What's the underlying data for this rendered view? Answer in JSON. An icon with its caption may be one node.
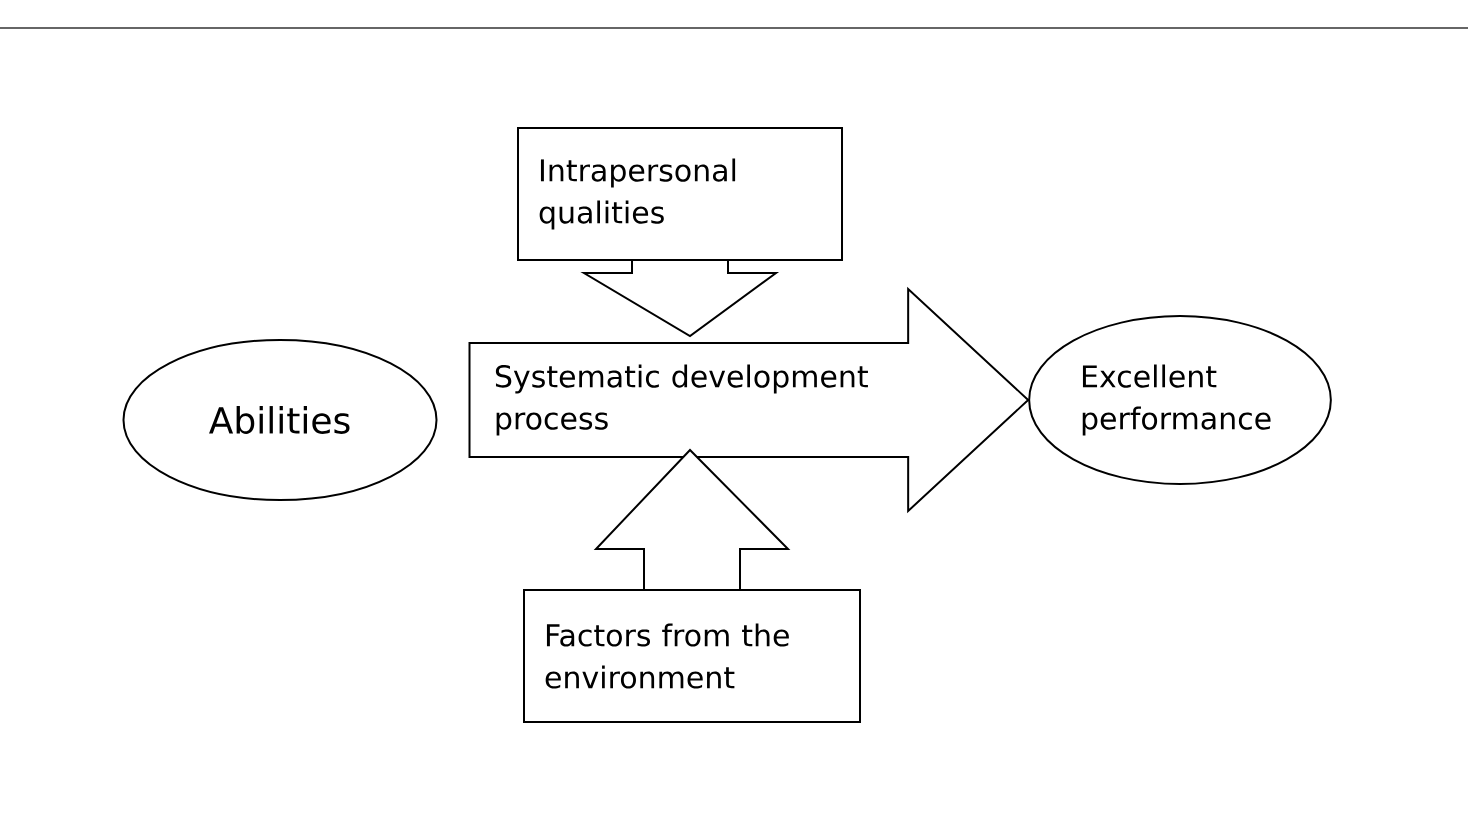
{
  "diagram": {
    "nodes": [
      {
        "text": [
          "Intrapersonal qualities"
        ]
      },
      {
        "text": [
          "Abilities"
        ]
      },
      {
        "text": [
          "Excellent performance"
        ]
      },
      {
        "text": [
          "Factors from the environment"
        ]
      }
    ],
    "edges": [
      {
        "from": 1,
        "to": 2,
        "arrow": "to",
        "label": "Systematic development process",
        "style": "thick"
      },
      {
        "from": 0,
        "to": null,
        "arrow": "to"
      },
      {
        "from": 3,
        "to": null,
        "arrow": "to"
      }
    ]
  }
}
